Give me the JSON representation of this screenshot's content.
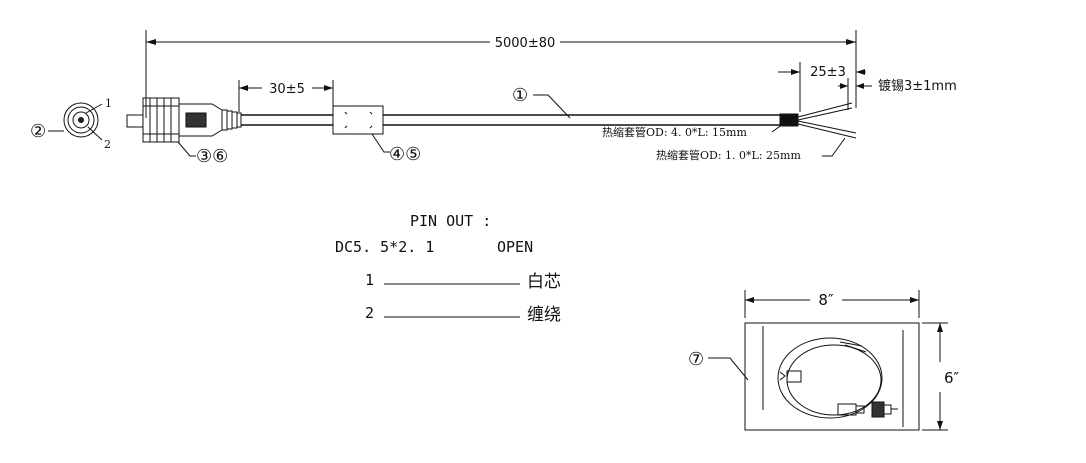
{
  "dimensions": {
    "total_length": "5000±80",
    "connector_offset": "30±5",
    "strip_length": "25±3",
    "tin_length": "镀锡3±1mm"
  },
  "notes": {
    "heat_shrink_outer": "热缩套管OD: 4. 0*L: 15mm",
    "heat_shrink_inner": "热缩套管OD: 1. 0*L: 25mm"
  },
  "callouts": {
    "cable": "①",
    "plug_face": "②",
    "connector": "③⑥",
    "ferrite": "④⑤",
    "package": "⑦",
    "pin_1": "1",
    "pin_2": "2"
  },
  "pinout": {
    "title": "PIN OUT :",
    "left_header": "DC5. 5*2. 1",
    "right_header": "OPEN",
    "rows": [
      {
        "pin": "1",
        "wire": "白芯"
      },
      {
        "pin": "2",
        "wire": "缠绕"
      }
    ]
  },
  "package": {
    "width_label": "8″",
    "height_label": "6″"
  }
}
